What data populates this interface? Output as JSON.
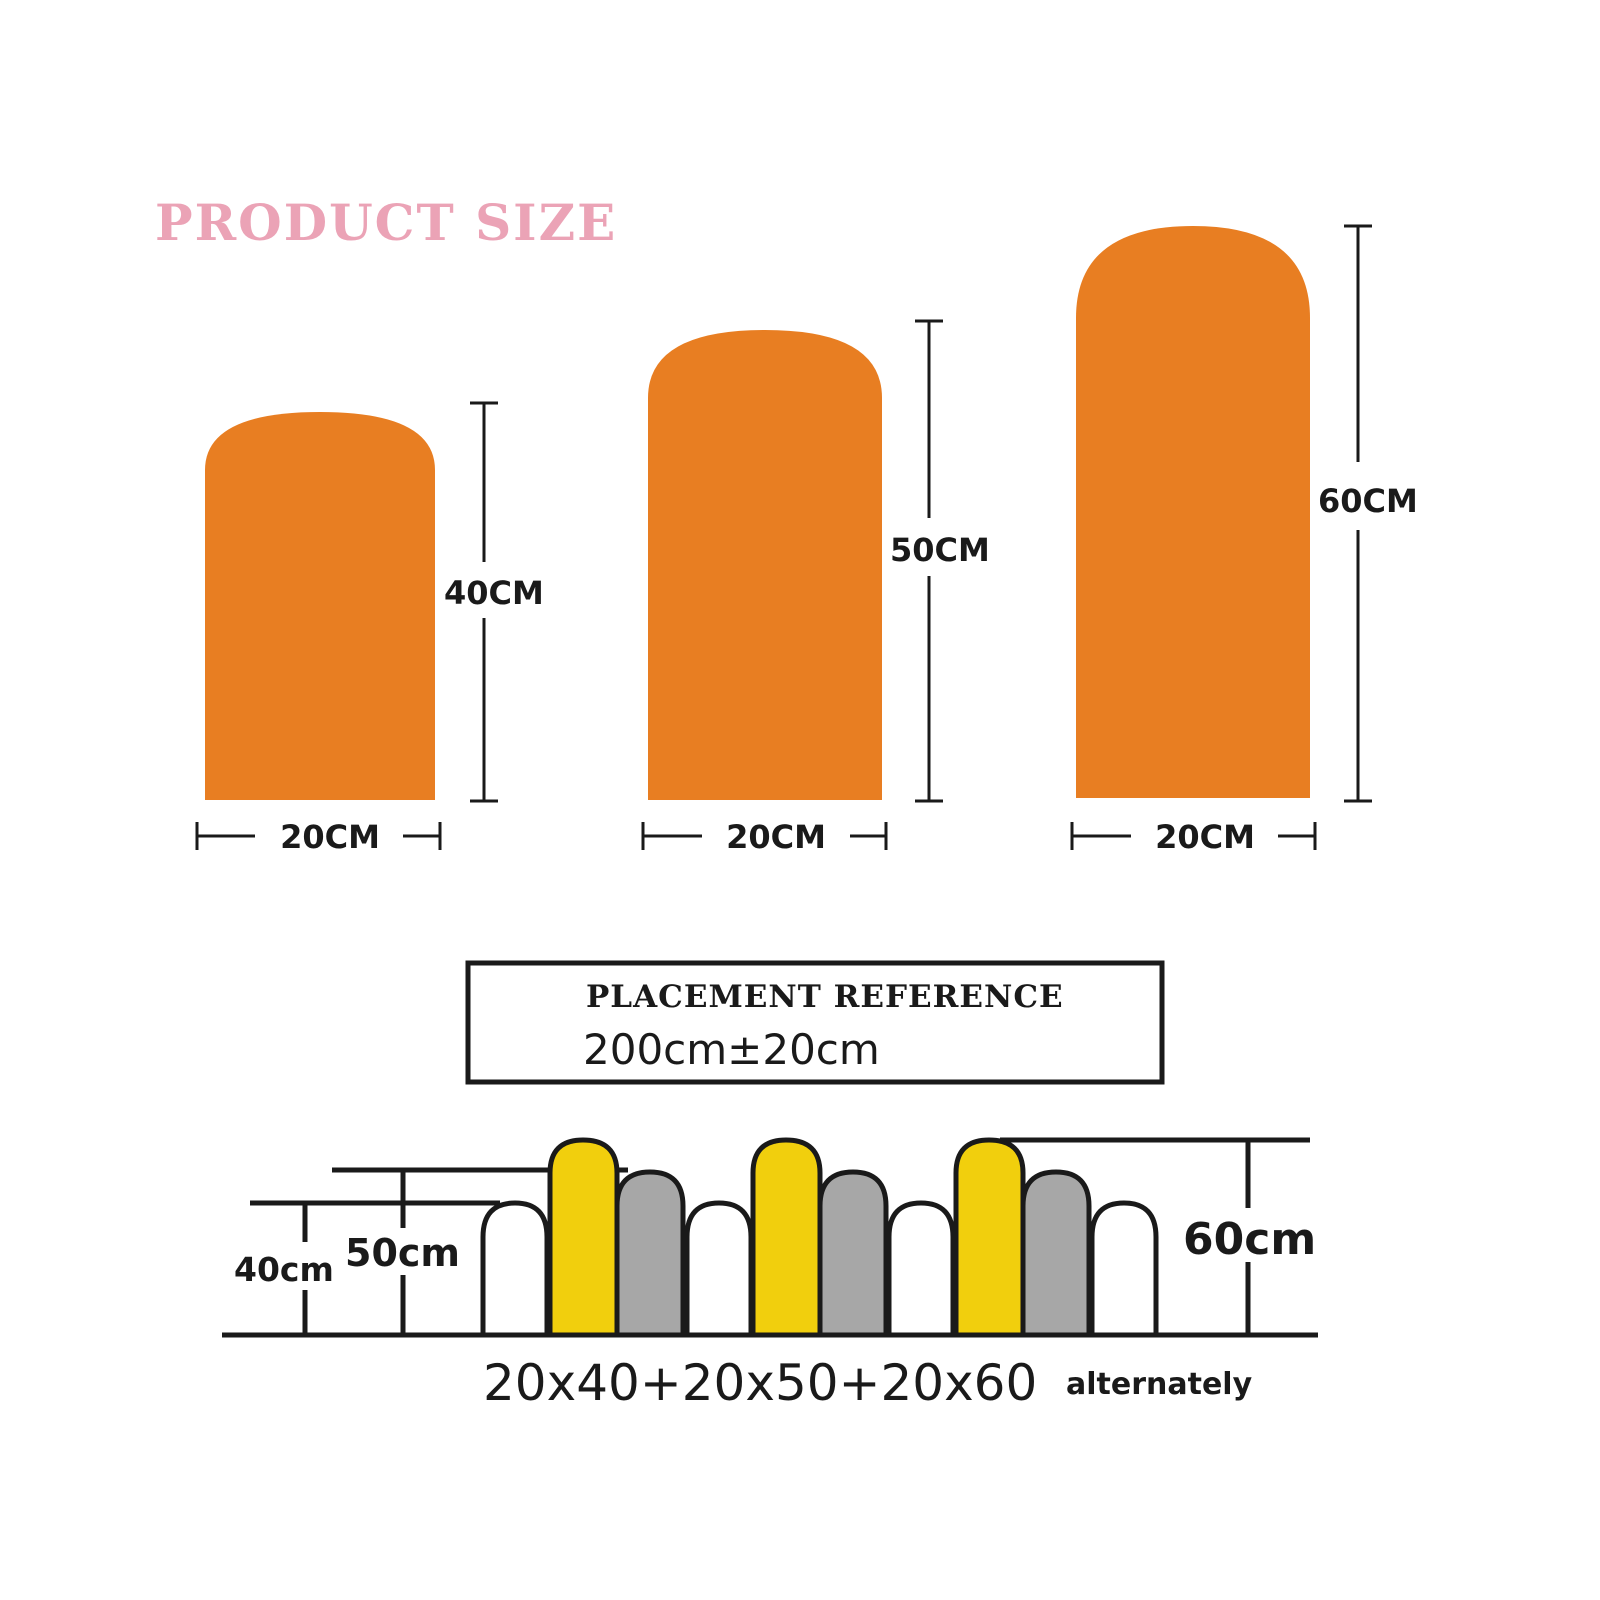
{
  "product_size": {
    "title": "PRODUCT SIZE",
    "panels": [
      {
        "height_label": "40CM",
        "width_label": "20CM"
      },
      {
        "height_label": "50CM",
        "width_label": "20CM"
      },
      {
        "height_label": "60CM",
        "width_label": "20CM"
      }
    ]
  },
  "placement": {
    "heading": "PLACEMENT REFERENCE",
    "length": "200cm±20cm",
    "label_40": "40cm",
    "label_50": "50cm",
    "label_60": "60cm",
    "formula": "20x40+20x50+20x60",
    "formula_suffix": "alternately"
  },
  "colors": {
    "title_pink": "#eba3b6",
    "panel_orange": "#e87e22",
    "yellow": "#f1cf0d",
    "gray": "#a7a7a7",
    "white": "#ffffff",
    "line": "#1a1a1a"
  }
}
